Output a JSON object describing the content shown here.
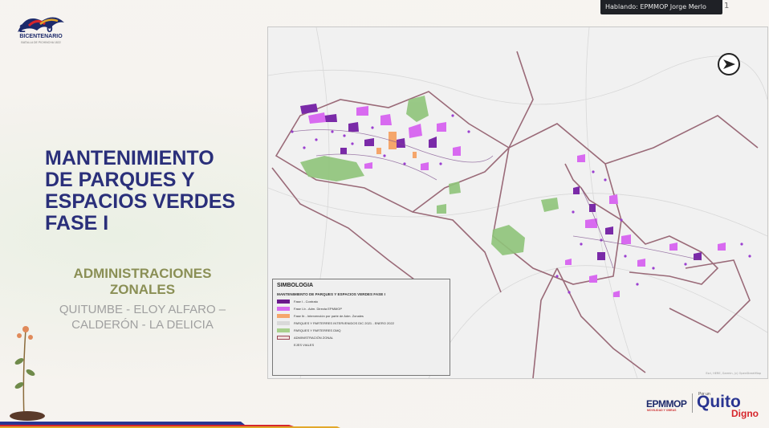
{
  "meeting": {
    "speaker_label": "Hablando: EPMMOP Jorge Merlo",
    "speaker_extra": "1"
  },
  "logo": {
    "name": "BICENTENARIO",
    "subtitle": "BATALLA DE PICHINCHA 1822"
  },
  "slide": {
    "title_lines": [
      "MANTENIMIENTO",
      "DE PARQUES Y",
      "ESPACIOS VERDES",
      "FASE I"
    ],
    "subtitle_lines": [
      "ADMINISTRACIONES",
      "ZONALES"
    ],
    "zones_lines": [
      "QUITUMBE - ELOY ALFARO –",
      "CALDERÓN - LA DELICIA"
    ]
  },
  "map": {
    "legend": {
      "title": "SIMBOLOGIA",
      "subtitle": "MANTENIMIENTO DE PARQUES Y ESPACIOS VERDES FASE I",
      "items": [
        {
          "label": "Fase I - Contrato",
          "color": "#6b1a8c"
        },
        {
          "label": "Fase I-b - Adm. Directa EPMMOP",
          "color": "#d86af0"
        },
        {
          "label": "Fase Ib - Intervención por parte de Adm. Zonales",
          "color": "#f5a66b"
        },
        {
          "label": "PARQUES Y PARTERRES INTERVENIDOS DIC 2021 - ENERO 2022",
          "color": "#d9d9d9"
        },
        {
          "label": "PARQUES Y PARTERRES DMQ",
          "color": "#a8d08d"
        },
        {
          "label": "ADMINISTRACIÓN ZONAL",
          "color": "#f2dede"
        },
        {
          "label": "EJES VIALES",
          "color": ""
        }
      ]
    },
    "credit": "Esri, HERE, Garmin, (c) OpenStreetMap"
  },
  "branding": {
    "epmmop": "EPMMOP",
    "epmmop_sub": "MOVILIDAD Y OBRAS",
    "por_el": "Por un",
    "quito": "Quito",
    "digno": "Digno"
  },
  "colors": {
    "title": "#2a2f7a",
    "subtitle": "#8a8f55",
    "zones": "#a0a0a0",
    "accent_red": "#d6262c",
    "accent_blue": "#2a3591"
  }
}
